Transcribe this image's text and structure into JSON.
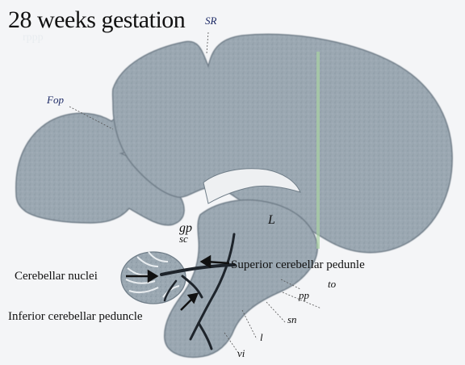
{
  "title": "28 weeks gestation",
  "colors": {
    "tissue": "#9aa7b1",
    "tissue_edge": "#6f7d88",
    "background": "#f4f5f7",
    "tract": "#1e242b",
    "abbreviation_text": "#1d2a66"
  },
  "abbreviations": {
    "sr": "SR",
    "fop": "Fop",
    "gp": "gp",
    "sc": "sc",
    "l_large": "L",
    "to": "to",
    "pp": "pp",
    "sn": "sn",
    "l_small": "l",
    "vi": "vi"
  },
  "labels": {
    "cerebellar_nuclei": "Cerebellar nuclei",
    "superior_peduncle": "Superior cerebellar pedunle",
    "inferior_peduncle": "Inferior cerebellar peduncle"
  },
  "ghost_text": "rppp"
}
